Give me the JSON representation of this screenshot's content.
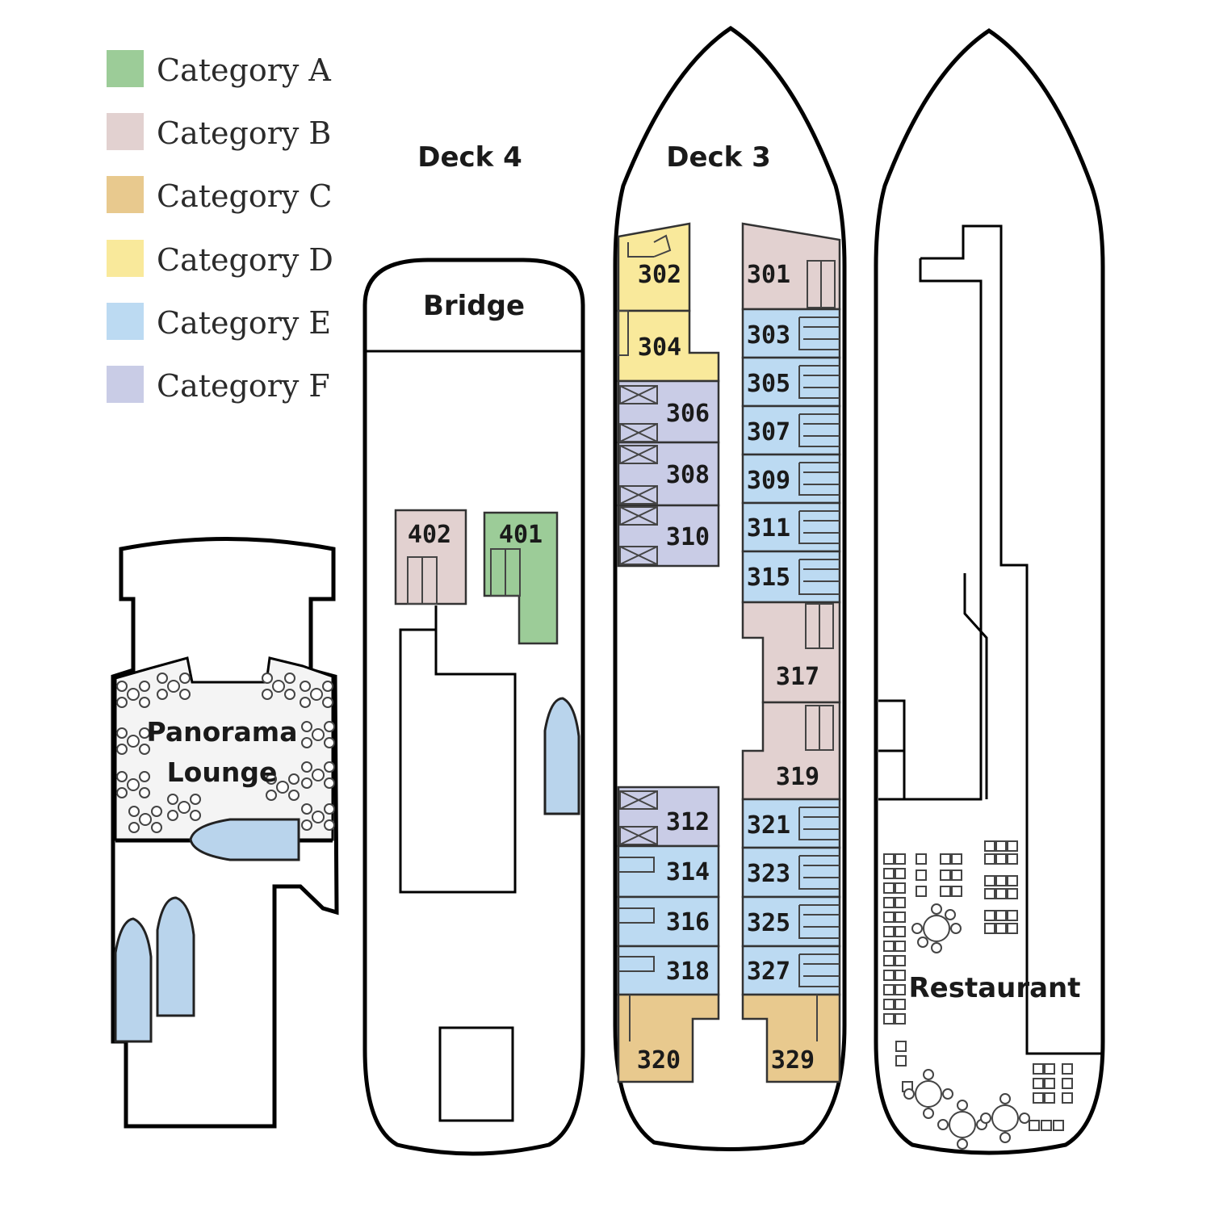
{
  "legend": [
    {
      "label": "Category A",
      "color": "#9ccc98"
    },
    {
      "label": "Category B",
      "color": "#e2d1d0"
    },
    {
      "label": "Category C",
      "color": "#e8c98e"
    },
    {
      "label": "Category D",
      "color": "#f9e99b"
    },
    {
      "label": "Category E",
      "color": "#bcdaf2"
    },
    {
      "label": "Category F",
      "color": "#c9cce6"
    }
  ],
  "colors": {
    "lifeboat": "#b9d4ec",
    "lounge_floor": "#f4f4f4"
  },
  "labels": {
    "deck4": "Deck 4",
    "deck3": "Deck 3",
    "bridge": "Bridge",
    "lounge_line1": "Panorama",
    "lounge_line2": "Lounge",
    "restaurant": "Restaurant"
  },
  "cabins": {
    "c402": {
      "number": "402",
      "category": "B"
    },
    "c401": {
      "number": "401",
      "category": "A"
    },
    "c302": {
      "number": "302",
      "category": "D"
    },
    "c304": {
      "number": "304",
      "category": "D"
    },
    "c306": {
      "number": "306",
      "category": "F"
    },
    "c308": {
      "number": "308",
      "category": "F"
    },
    "c310": {
      "number": "310",
      "category": "F"
    },
    "c312": {
      "number": "312",
      "category": "F"
    },
    "c314": {
      "number": "314",
      "category": "E"
    },
    "c316": {
      "number": "316",
      "category": "E"
    },
    "c318": {
      "number": "318",
      "category": "E"
    },
    "c320": {
      "number": "320",
      "category": "C"
    },
    "c301": {
      "number": "301",
      "category": "B"
    },
    "c303": {
      "number": "303",
      "category": "E"
    },
    "c305": {
      "number": "305",
      "category": "E"
    },
    "c307": {
      "number": "307",
      "category": "E"
    },
    "c309": {
      "number": "309",
      "category": "E"
    },
    "c311": {
      "number": "311",
      "category": "E"
    },
    "c315": {
      "number": "315",
      "category": "E"
    },
    "c317": {
      "number": "317",
      "category": "B"
    },
    "c319": {
      "number": "319",
      "category": "B"
    },
    "c321": {
      "number": "321",
      "category": "E"
    },
    "c323": {
      "number": "323",
      "category": "E"
    },
    "c325": {
      "number": "325",
      "category": "E"
    },
    "c327": {
      "number": "327",
      "category": "E"
    },
    "c329": {
      "number": "329",
      "category": "C"
    }
  }
}
